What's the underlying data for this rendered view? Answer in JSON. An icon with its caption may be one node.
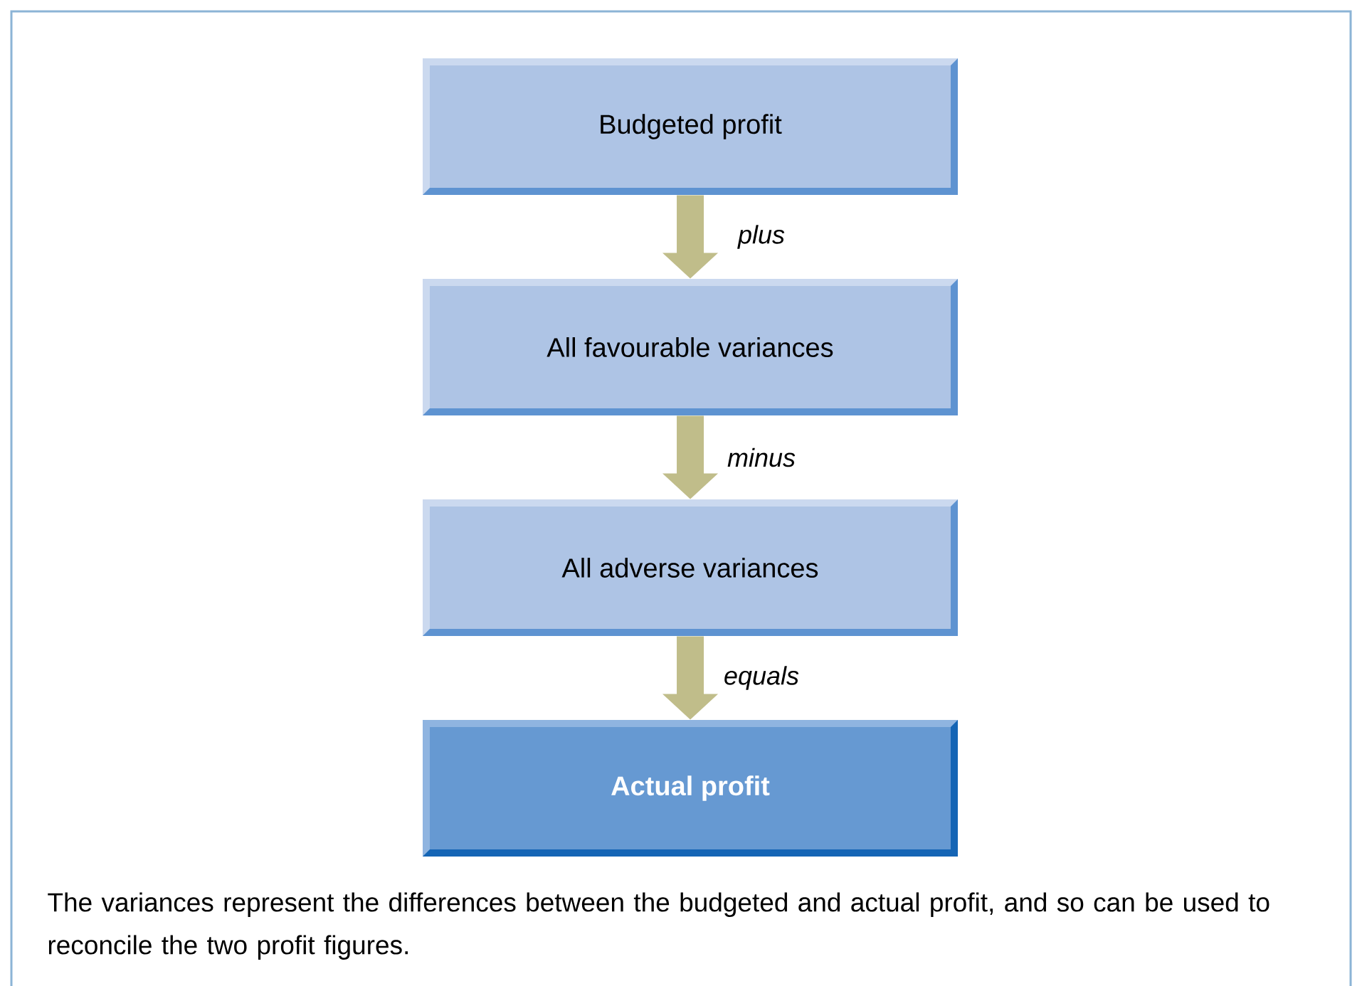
{
  "diagram": {
    "caption": "The variances represent the differences between the budgeted and actual profit, and so can be used to reconcile the two profit figures.",
    "nodes": [
      {
        "text": [
          "Budgeted profit"
        ]
      },
      {
        "text": [
          "All favourable variances"
        ]
      },
      {
        "text": [
          "All adverse variances"
        ]
      },
      {
        "text": [
          "Actual profit"
        ]
      }
    ],
    "edges": [
      {
        "from": 0,
        "to": 1,
        "arrow": "to",
        "label": "plus"
      },
      {
        "from": 1,
        "to": 2,
        "arrow": "to",
        "label": "minus"
      },
      {
        "from": 2,
        "to": 3,
        "arrow": "to",
        "label": "equals"
      }
    ]
  }
}
